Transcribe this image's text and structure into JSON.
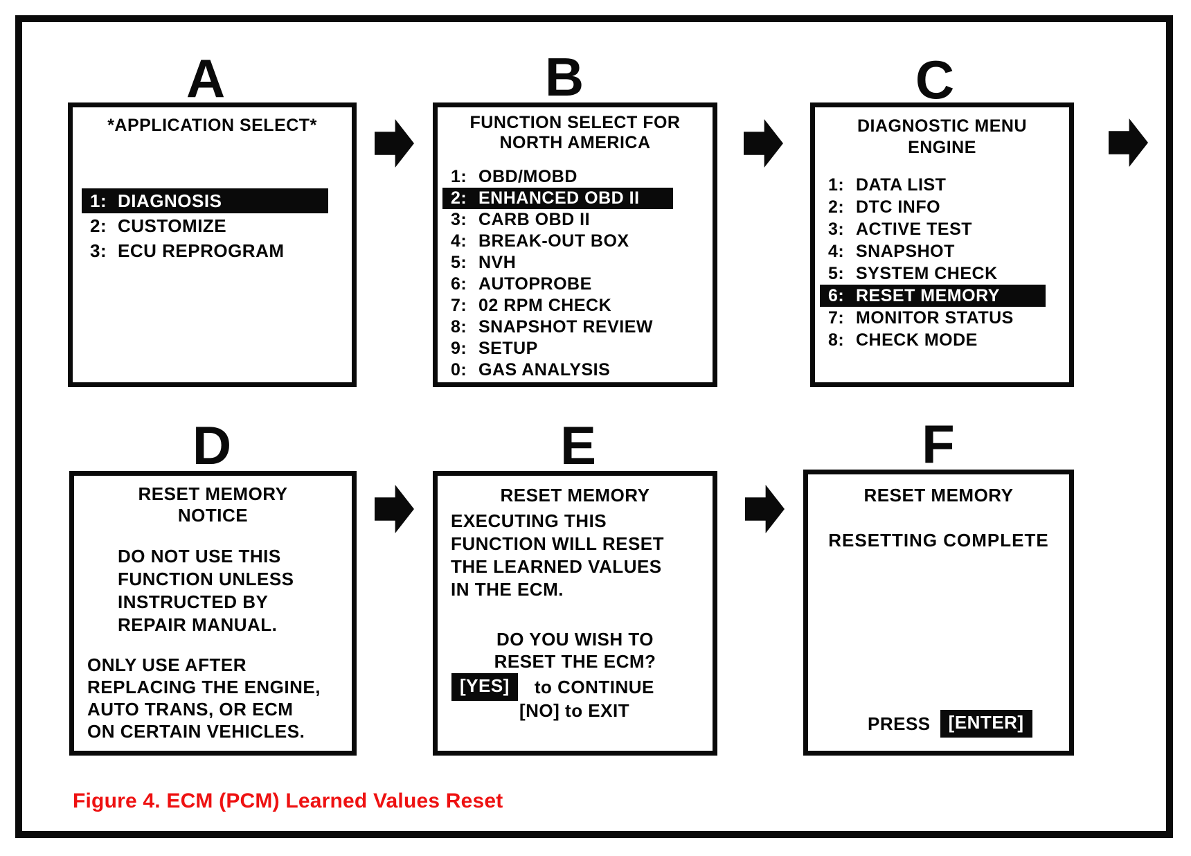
{
  "figure": {
    "caption": "Figure 4. ECM (PCM) Learned Values Reset",
    "caption_color": "#ee1111",
    "ink_color": "#0a0a0a",
    "arrow_icon": "block-right-arrow"
  },
  "panels": {
    "a": {
      "letter": "A",
      "title": "*APPLICATION SELECT*",
      "items": [
        {
          "num": "1:",
          "label": "DIAGNOSIS",
          "highlighted": true
        },
        {
          "num": "2:",
          "label": "CUSTOMIZE",
          "highlighted": false
        },
        {
          "num": "3:",
          "label": "ECU REPROGRAM",
          "highlighted": false
        }
      ]
    },
    "b": {
      "letter": "B",
      "title_line1": "FUNCTION SELECT FOR",
      "title_line2": "NORTH AMERICA",
      "items": [
        {
          "num": "1:",
          "label": "OBD/MOBD",
          "highlighted": false
        },
        {
          "num": "2:",
          "label": "ENHANCED OBD II",
          "highlighted": true
        },
        {
          "num": "3:",
          "label": "CARB OBD II",
          "highlighted": false
        },
        {
          "num": "4:",
          "label": "BREAK-OUT BOX",
          "highlighted": false
        },
        {
          "num": "5:",
          "label": "NVH",
          "highlighted": false
        },
        {
          "num": "6:",
          "label": "AUTOPROBE",
          "highlighted": false
        },
        {
          "num": "7:",
          "label": "02 RPM CHECK",
          "highlighted": false
        },
        {
          "num": "8:",
          "label": "SNAPSHOT REVIEW",
          "highlighted": false
        },
        {
          "num": "9:",
          "label": "SETUP",
          "highlighted": false
        },
        {
          "num": "0:",
          "label": "GAS ANALYSIS",
          "highlighted": false
        }
      ]
    },
    "c": {
      "letter": "C",
      "title_line1": "DIAGNOSTIC MENU",
      "title_line2": "ENGINE",
      "items": [
        {
          "num": "1:",
          "label": "DATA LIST",
          "highlighted": false
        },
        {
          "num": "2:",
          "label": "DTC INFO",
          "highlighted": false
        },
        {
          "num": "3:",
          "label": "ACTIVE TEST",
          "highlighted": false
        },
        {
          "num": "4:",
          "label": "SNAPSHOT",
          "highlighted": false
        },
        {
          "num": "5:",
          "label": "SYSTEM CHECK",
          "highlighted": false
        },
        {
          "num": "6:",
          "label": "RESET MEMORY",
          "highlighted": true
        },
        {
          "num": "7:",
          "label": "MONITOR STATUS",
          "highlighted": false
        },
        {
          "num": "8:",
          "label": "CHECK MODE",
          "highlighted": false
        }
      ]
    },
    "d": {
      "letter": "D",
      "title_line1": "RESET MEMORY",
      "title_line2": "NOTICE",
      "paragraph1": [
        "DO NOT USE THIS",
        "FUNCTION UNLESS",
        "INSTRUCTED BY",
        "REPAIR MANUAL."
      ],
      "paragraph2": [
        "ONLY USE AFTER",
        "REPLACING THE ENGINE,",
        "AUTO TRANS, OR ECM",
        "ON CERTAIN VEHICLES."
      ]
    },
    "e": {
      "letter": "E",
      "heading": "RESET MEMORY",
      "body_lines": [
        "EXECUTING THIS",
        "FUNCTION WILL RESET",
        "THE LEARNED VALUES",
        "IN THE ECM."
      ],
      "question_line1": "DO YOU WISH TO",
      "question_line2": "RESET THE ECM?",
      "yes_key": "[YES]",
      "yes_action": "to CONTINUE",
      "no_line": "[NO] to EXIT"
    },
    "f": {
      "letter": "F",
      "heading": "RESET MEMORY",
      "status": "RESETTING COMPLETE",
      "press_label": "PRESS",
      "enter_key": "[ENTER]"
    }
  }
}
